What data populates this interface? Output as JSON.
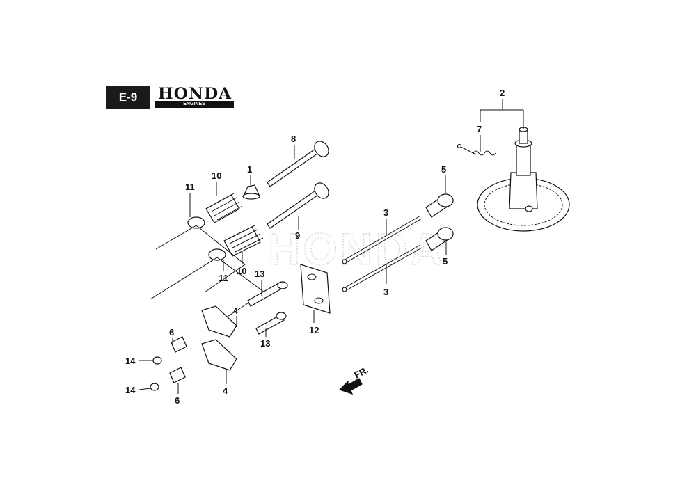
{
  "header": {
    "section_code": "E-9",
    "brand": "HONDA",
    "brand_sub": "ENGINES"
  },
  "watermark": "HONDA",
  "direction_label": "FR.",
  "callouts": [
    "1",
    "2",
    "3",
    "3",
    "4",
    "4",
    "5",
    "5",
    "6",
    "6",
    "7",
    "8",
    "9",
    "10",
    "10",
    "11",
    "11",
    "12",
    "13",
    "13",
    "14",
    "14"
  ]
}
